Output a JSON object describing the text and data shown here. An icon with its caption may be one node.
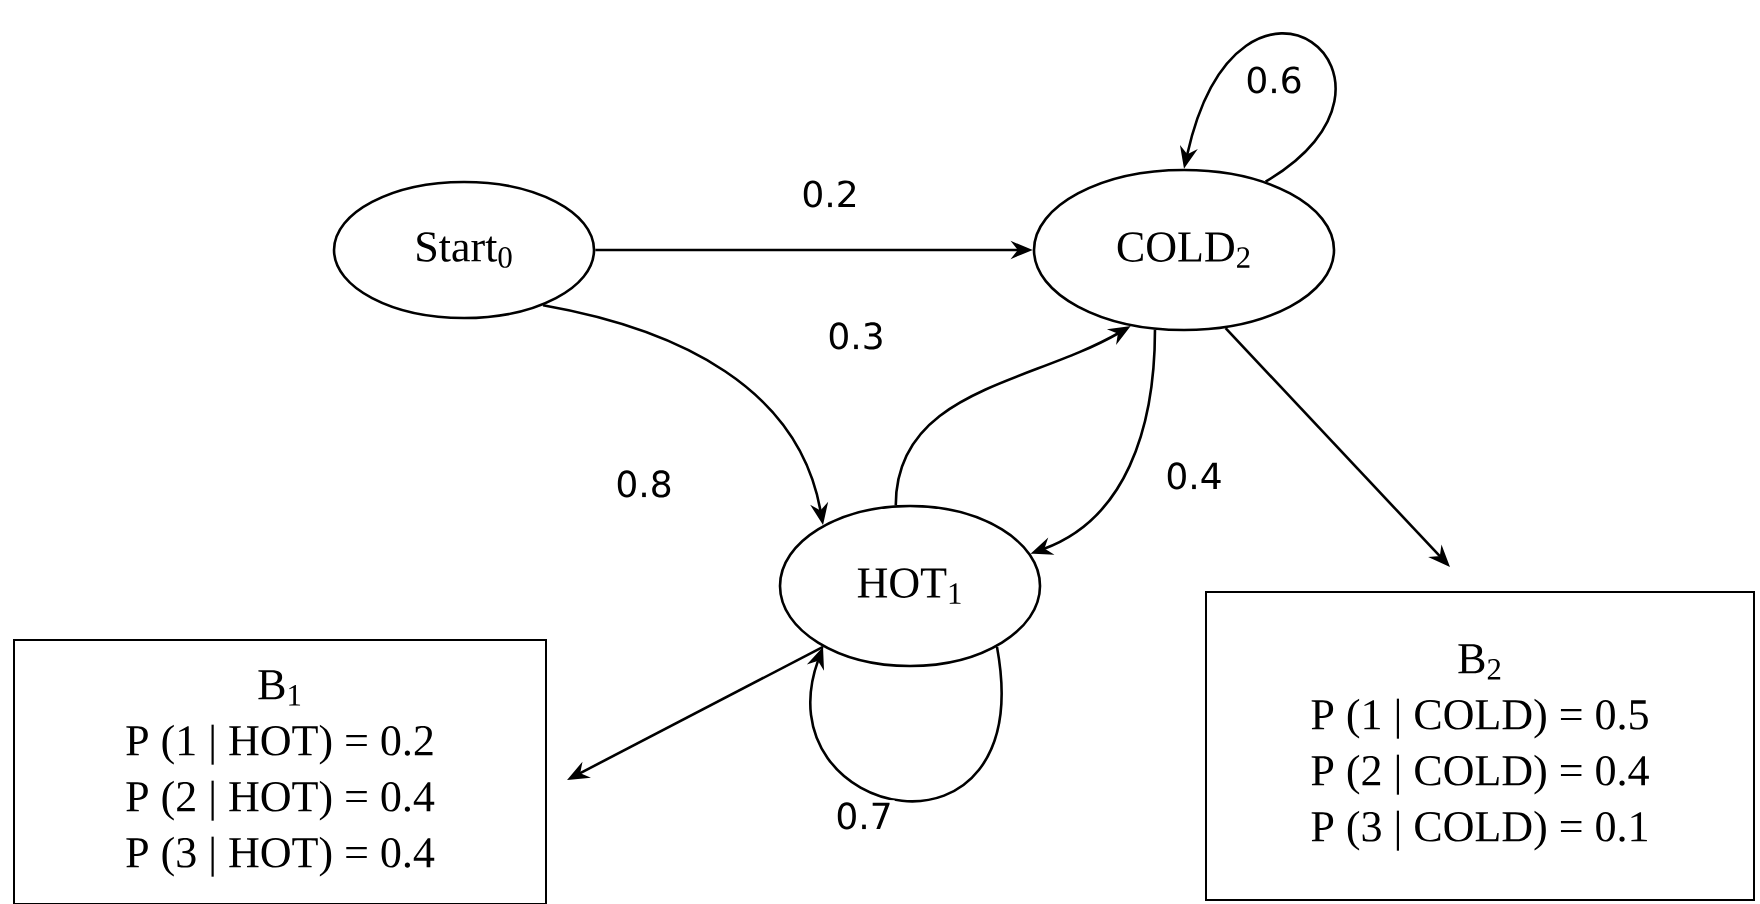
{
  "diagram": {
    "nodes": [
      {
        "text": [
          "Start$_{0}$"
        ]
      },
      {
        "text": [
          "COLD$_{2}$"
        ]
      },
      {
        "text": [
          "HOT$_{1}$"
        ]
      },
      {
        "text": [
          "B$_{1}$",
          "P (1 | HOT) = 0.2",
          "P (2 | HOT) = 0.4",
          "P (3 | HOT) = 0.4"
        ]
      },
      {
        "text": [
          "B$_{2}$",
          "P (1 | COLD) = 0.5",
          "P (2 | COLD) = 0.4",
          "P (3 | COLD) = 0.1"
        ]
      }
    ],
    "edges": [
      {
        "from": 0,
        "to": 1,
        "arrow": "to",
        "label": "0.2"
      },
      {
        "from": 0,
        "to": 2,
        "arrow": "to",
        "label": "0.8"
      },
      {
        "from": 2,
        "to": 1,
        "arrow": "to",
        "label": "0.3"
      },
      {
        "from": 1,
        "to": 2,
        "arrow": "to",
        "label": "0.4"
      },
      {
        "from": 1,
        "to": 1,
        "arrow": "to",
        "label": "0.6"
      },
      {
        "from": 2,
        "to": 2,
        "arrow": "to",
        "label": "0.7"
      },
      {
        "from": 2,
        "to": 3,
        "arrow": "to"
      },
      {
        "from": 1,
        "to": 4,
        "arrow": "to"
      }
    ]
  }
}
